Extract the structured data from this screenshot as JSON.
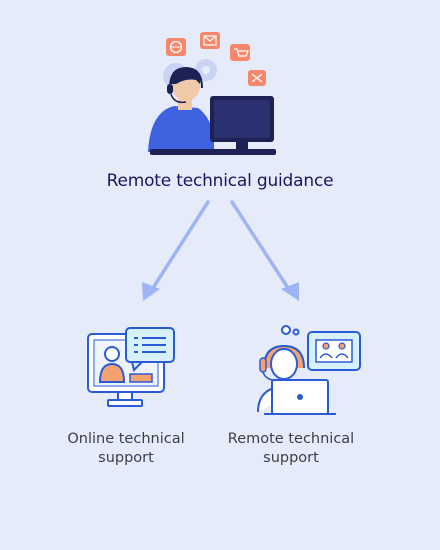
{
  "header": {
    "title": "Remote technical guidance",
    "hero_icon": "person-at-computer-illustration"
  },
  "branches": [
    {
      "label": "Online technical support",
      "icon": "online-support-monitor-icon"
    },
    {
      "label": "Remote technical support",
      "icon": "headset-agent-laptop-icon"
    }
  ],
  "colors": {
    "background": "#e6ebfa",
    "title": "#17195f",
    "arrow": "#9db4f5",
    "accent_orange": "#f6a26f",
    "accent_blue": "#3f63e0",
    "icon_blue": "#2a5bd7",
    "bubble_fill": "#d6f1fb"
  }
}
